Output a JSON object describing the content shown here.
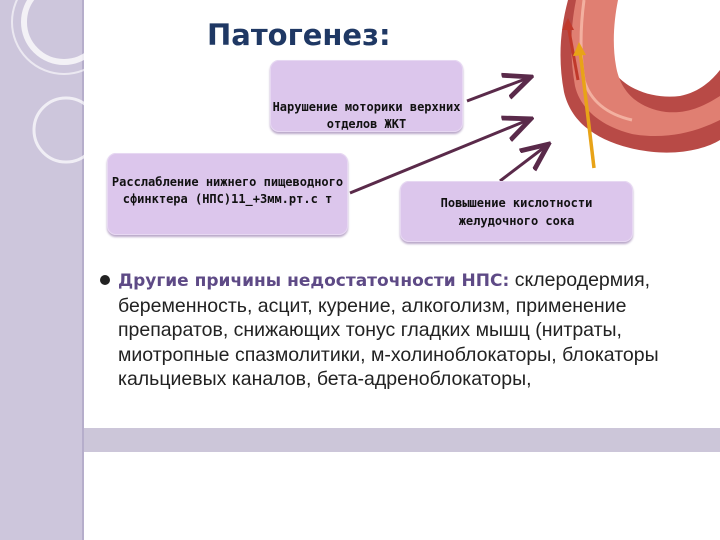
{
  "slide": {
    "title": "Патогенез:",
    "boxes": {
      "motor": "Нарушение моторики верхних отделов ЖКТ",
      "acid": "Повышение кислотности желудочного сока",
      "les": "Расслабление нижнего пищеводного сфинктера (НПС)11_+3мм.рт.с т"
    },
    "body": {
      "lead": "Другие причины недостаточности НПС:",
      "text": "склеродермия, беременность, асцит, курение, алкоголизм, применение препаратов, снижающих тонус гладких мышц (нитраты, миотропные спазмолитики, м-холиноблокаторы, блокаторы кальциевых каналов, бета-адреноблокаторы,"
    }
  },
  "colors": {
    "title": "#1f3864",
    "box_fill": "#dcc6ec",
    "sidebar": "#cdc6dc",
    "arrow": "#5a2a4a",
    "lead_text": "#5e4a86"
  },
  "icons": [
    "circle-ring-decor",
    "esophagus-illustration",
    "arrow-icon"
  ]
}
